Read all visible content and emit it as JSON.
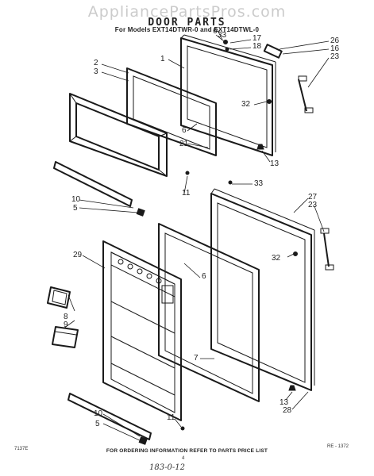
{
  "watermark": "AppliancePartsPros.com",
  "header": {
    "title": "DOOR PARTS",
    "subtitle": "For Models EXT14DTWR-0 and EXT14DTWL-0"
  },
  "callouts": [
    {
      "id": "c1",
      "label": "6"
    },
    {
      "id": "c2",
      "label": "33"
    },
    {
      "id": "c3",
      "label": "17"
    },
    {
      "id": "c4",
      "label": "18"
    },
    {
      "id": "c5",
      "label": "26"
    },
    {
      "id": "c6",
      "label": "16"
    },
    {
      "id": "c7",
      "label": "23"
    },
    {
      "id": "c8",
      "label": "1"
    },
    {
      "id": "c9",
      "label": "2"
    },
    {
      "id": "c10",
      "label": "3"
    },
    {
      "id": "c11",
      "label": "32"
    },
    {
      "id": "c12",
      "label": "6"
    },
    {
      "id": "c13",
      "label": "21"
    },
    {
      "id": "c14",
      "label": "13"
    },
    {
      "id": "c15",
      "label": "11"
    },
    {
      "id": "c16",
      "label": "33"
    },
    {
      "id": "c17",
      "label": "10"
    },
    {
      "id": "c18",
      "label": "5"
    },
    {
      "id": "c19",
      "label": "27"
    },
    {
      "id": "c20",
      "label": "23"
    },
    {
      "id": "c21",
      "label": "29"
    },
    {
      "id": "c22",
      "label": "32"
    },
    {
      "id": "c23",
      "label": "6"
    },
    {
      "id": "c24",
      "label": "8"
    },
    {
      "id": "c25",
      "label": "9"
    },
    {
      "id": "c26",
      "label": "7"
    },
    {
      "id": "c27",
      "label": "13"
    },
    {
      "id": "c28",
      "label": "28"
    },
    {
      "id": "c29",
      "label": "10"
    },
    {
      "id": "c30",
      "label": "5"
    },
    {
      "id": "c31",
      "label": "11"
    }
  ],
  "footer": {
    "note": "FOR ORDERING INFORMATION REFER TO PARTS PRICE LIST",
    "left_code": "7137E",
    "right_code": "RE - 1372",
    "page_mark": "4",
    "handwritten": "183-0-12"
  }
}
